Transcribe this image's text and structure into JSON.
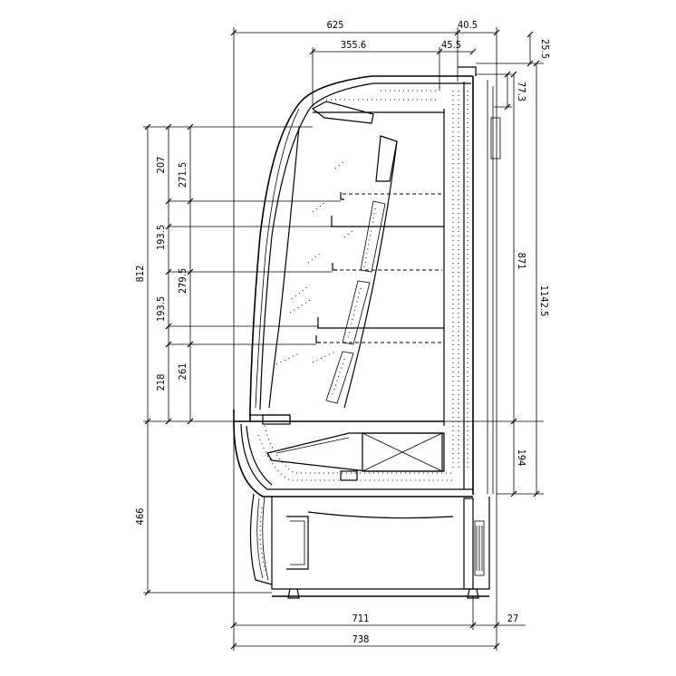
{
  "dimensions": {
    "top": {
      "overall_depth": "625",
      "rear_offset": "40.5",
      "canopy_depth": "355.6",
      "canopy_step": "45.5"
    },
    "right": {
      "top_gap": "25.5",
      "canopy_height": "77.3",
      "cabinet_height": "871",
      "total_height": "1142.5",
      "base_height": "194"
    },
    "left": {
      "display_height": "812",
      "shelf_1": "207",
      "shelf_2": "193.5",
      "shelf_3": "193.5",
      "shelf_4": "218",
      "lower_height": "466"
    },
    "inner_left": {
      "pitch_1": "271.5",
      "pitch_2": "279.5",
      "pitch_3": "261"
    },
    "bottom": {
      "inner_width": "711",
      "foot_offset": "27",
      "overall_width": "738"
    }
  }
}
